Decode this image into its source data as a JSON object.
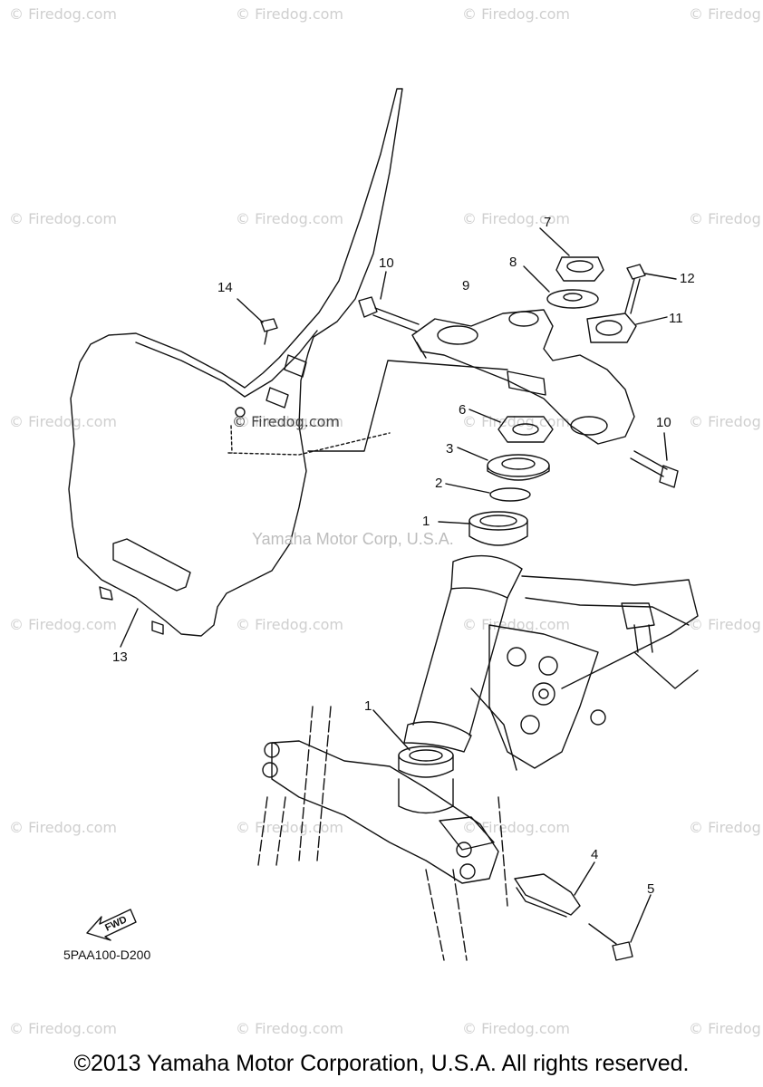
{
  "callouts": [
    {
      "id": "c1",
      "text": "1"
    },
    {
      "id": "c1b",
      "text": "1"
    },
    {
      "id": "c2",
      "text": "2"
    },
    {
      "id": "c3",
      "text": "3"
    },
    {
      "id": "c4",
      "text": "4"
    },
    {
      "id": "c5",
      "text": "5"
    },
    {
      "id": "c6",
      "text": "6"
    },
    {
      "id": "c7",
      "text": "7"
    },
    {
      "id": "c8",
      "text": "8"
    },
    {
      "id": "c9",
      "text": "9"
    },
    {
      "id": "c10",
      "text": "10"
    },
    {
      "id": "c10b",
      "text": "10"
    },
    {
      "id": "c11",
      "text": "11"
    },
    {
      "id": "c12",
      "text": "12"
    },
    {
      "id": "c13",
      "text": "13"
    },
    {
      "id": "c14",
      "text": "14"
    }
  ],
  "watermark": {
    "site": "© Firedog.com",
    "site_partial": "© Firedog",
    "center_site": "© Firedog.com",
    "manufacturer": "Yamaha Motor Corp, U.S.A."
  },
  "fwd_label": "FWD",
  "drawing_code": "5PAA100-D200",
  "copyright": "©2013 Yamaha Motor Corporation, U.S.A. All rights reserved.",
  "colors": {
    "line": "#111111",
    "watermark": "#cfcfcf",
    "background": "#ffffff"
  }
}
